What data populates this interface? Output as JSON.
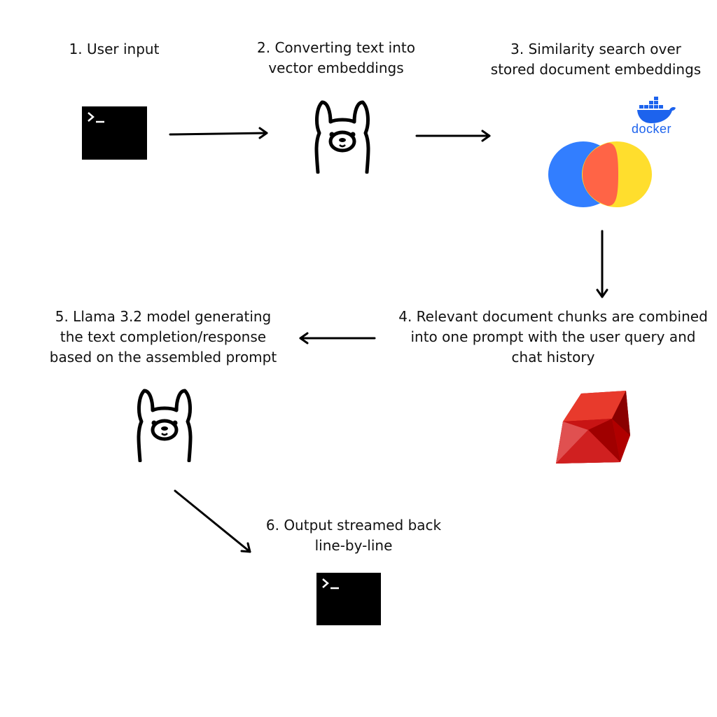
{
  "steps": [
    {
      "lines": [
        "1. User input"
      ]
    },
    {
      "lines": [
        "2. Converting text  into",
        "vector embeddings"
      ]
    },
    {
      "lines": [
        "3. Similarity search over",
        "stored document embeddings"
      ]
    },
    {
      "lines": [
        "4. Relevant document chunks are combined",
        "into one prompt with the user query and",
        "chat history"
      ]
    },
    {
      "lines": [
        "5. Llama 3.2 model generating",
        "the text completion/response",
        "based on the assembled prompt"
      ]
    },
    {
      "lines": [
        "6. Output streamed back",
        "line-by-line"
      ]
    }
  ],
  "logos": {
    "docker_wordmark": "docker",
    "docker_color": "#1d63ed",
    "ruby_color": "#cc0000",
    "chroma_colors": [
      "#327eff",
      "#ff6446",
      "#ffde2d"
    ]
  },
  "icons": [
    "terminal-icon",
    "llama-icon",
    "docker-logo",
    "chroma-logo",
    "ruby-icon"
  ]
}
